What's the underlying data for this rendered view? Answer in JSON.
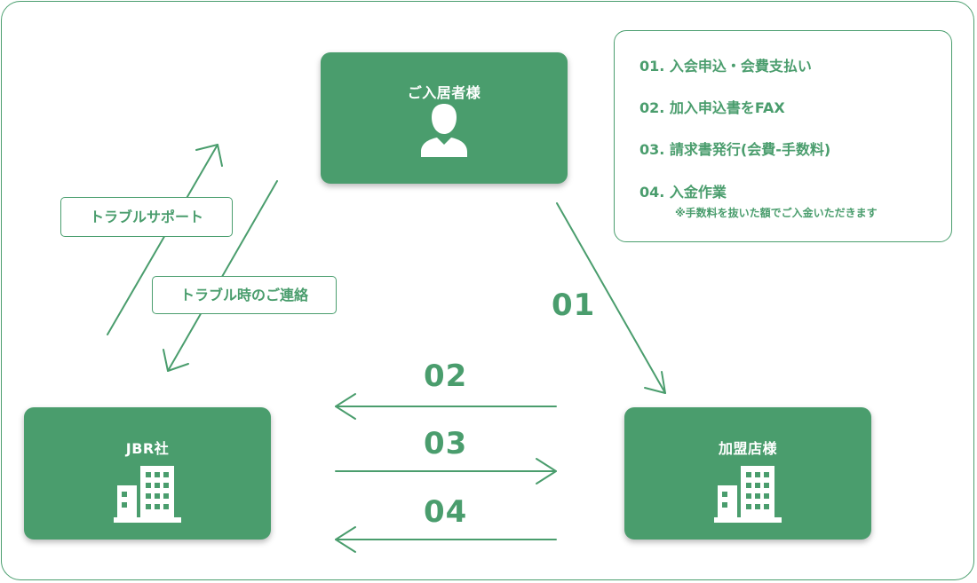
{
  "nodes": {
    "resident": {
      "title": "ご入居者様"
    },
    "jbr": {
      "title": "JBR社"
    },
    "store": {
      "title": "加盟店様"
    }
  },
  "legend": {
    "items": [
      "01. 入会申込・会費支払い",
      "02. 加入申込書をFAX",
      "03. 請求書発行(会費-手数料)",
      "04. 入金作業"
    ],
    "note": "※手数料を抜いた額でご入金いただきます"
  },
  "labels": {
    "support": "トラブルサポート",
    "contact": "トラブル時のご連絡"
  },
  "steps": {
    "s01": "01",
    "s02": "02",
    "s03": "03",
    "s04": "04"
  },
  "colors": {
    "accent": "#4a9d6d",
    "border": "#4a9e6e"
  },
  "icons": {
    "resident": "person-icon",
    "jbr": "building-icon",
    "store": "building-icon"
  }
}
